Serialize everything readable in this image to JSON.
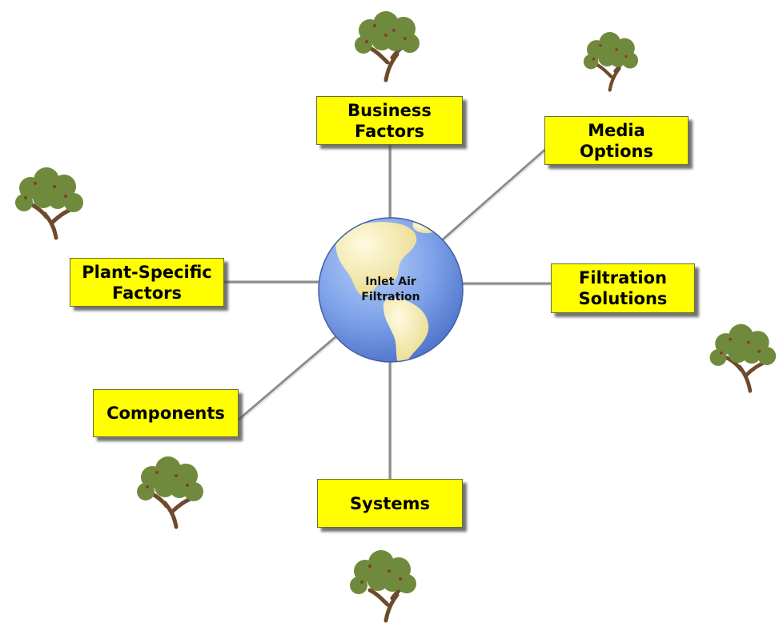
{
  "center": {
    "label": "Inlet Air\nFiltration"
  },
  "nodes": {
    "business": "Business\nFactors",
    "media": "Media\nOptions",
    "plant": "Plant-Specific\nFactors",
    "filtration": "Filtration\nSolutions",
    "components": "Components",
    "systems": "Systems"
  },
  "colors": {
    "box_fill": "#ffff00",
    "connector": "#9a9a9a",
    "globe_ocean": "#6f95e6",
    "globe_land": "#f1e7a4",
    "tree_trunk": "#6e4a2c",
    "tree_leaves": "#6f8a3c"
  },
  "icons": [
    "tree-icon",
    "globe-icon"
  ]
}
